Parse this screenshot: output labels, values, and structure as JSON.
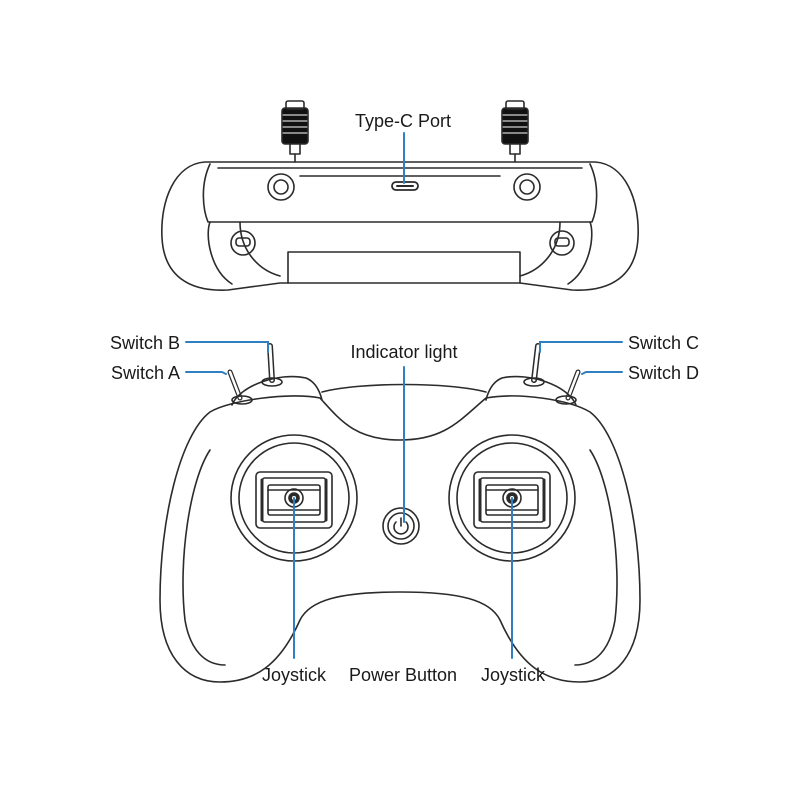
{
  "callouts": {
    "type_c_port": "Type-C Port",
    "switch_a": "Switch A",
    "switch_b": "Switch B",
    "switch_c": "Switch C",
    "switch_d": "Switch D",
    "indicator_light": "Indicator light",
    "joystick_left": "Joystick",
    "power_button": "Power Button",
    "joystick_right": "Joystick"
  },
  "colors": {
    "leader_line": "#2f7fc1",
    "outline": "#2b2b2b"
  }
}
